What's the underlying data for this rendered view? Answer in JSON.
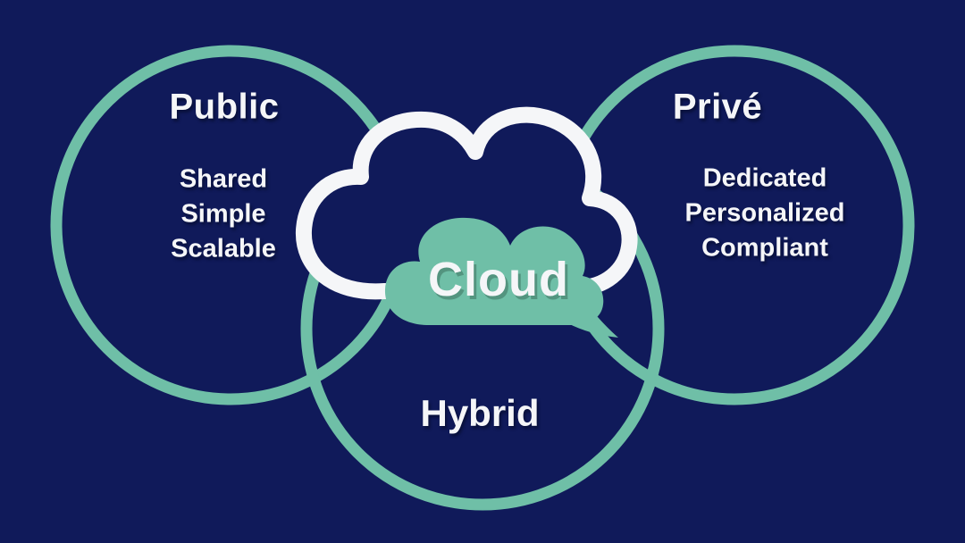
{
  "colors": {
    "background_navy": "#101a5a",
    "teal": "#6fbfa7",
    "white": "#f5f6f8"
  },
  "diagram": {
    "public": {
      "title": "Public",
      "items": [
        "Shared",
        "Simple",
        "Scalable"
      ]
    },
    "prive": {
      "title": "Privé",
      "items": [
        "Dedicated",
        "Personalized",
        "Compliant"
      ]
    },
    "hybrid": {
      "title": "Hybrid"
    },
    "center": {
      "label": "Cloud"
    }
  }
}
